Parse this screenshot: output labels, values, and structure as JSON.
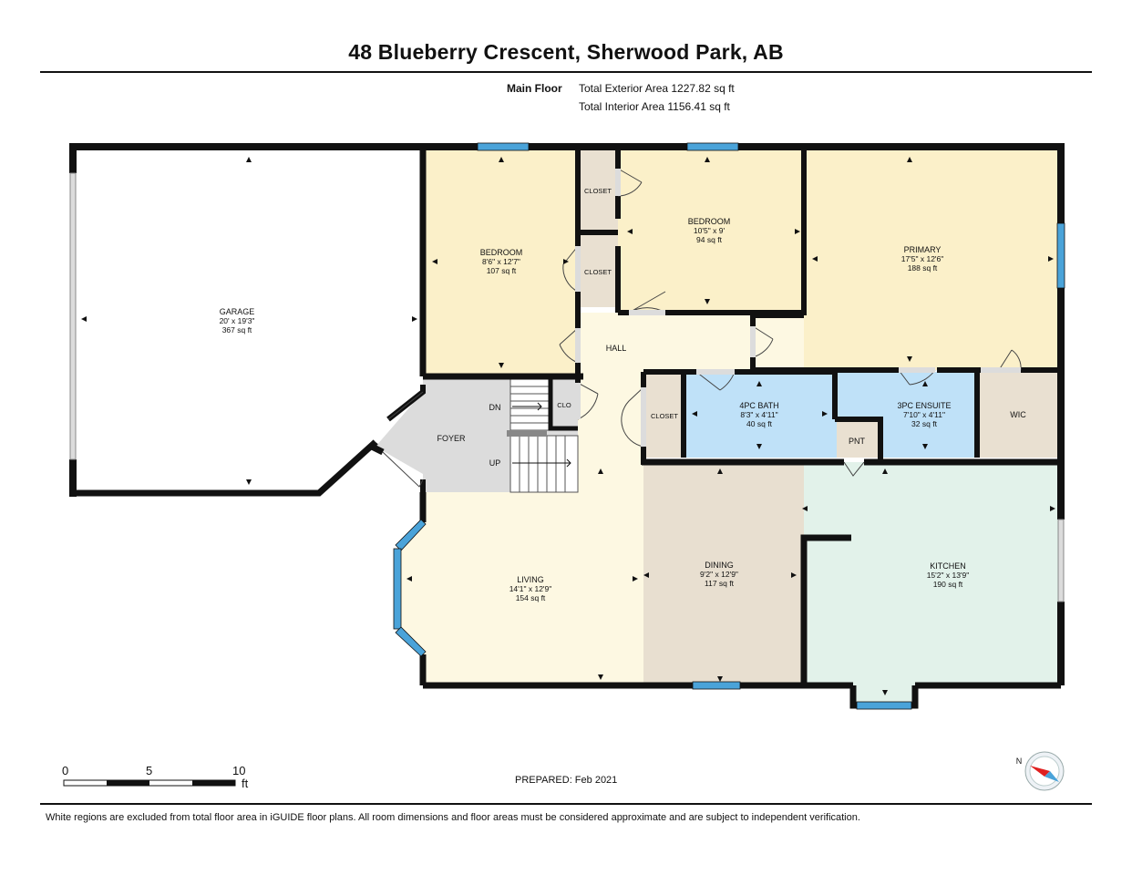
{
  "header": {
    "title": "48 Blueberry Crescent, Sherwood Park, AB",
    "floor_label": "Main Floor",
    "exterior_area": "Total Exterior Area 1227.82 sq ft",
    "interior_area": "Total Interior Area 1156.41 sq ft"
  },
  "rooms": {
    "garage": {
      "name": "GARAGE",
      "dims": "20' x 19'3\"",
      "area": "367 sq ft"
    },
    "bedroom1": {
      "name": "BEDROOM",
      "dims": "8'6\" x 12'7\"",
      "area": "107 sq ft"
    },
    "bedroom2": {
      "name": "BEDROOM",
      "dims": "10'5\" x 9'",
      "area": "94 sq ft"
    },
    "primary": {
      "name": "PRIMARY",
      "dims": "17'5\" x 12'6\"",
      "area": "188 sq ft"
    },
    "bath4": {
      "name": "4PC BATH",
      "dims": "8'3\" x 4'11\"",
      "area": "40 sq ft"
    },
    "ensuite3": {
      "name": "3PC ENSUITE",
      "dims": "7'10\" x 4'11\"",
      "area": "32 sq ft"
    },
    "living": {
      "name": "LIVING",
      "dims": "14'1\" x 12'9\"",
      "area": "154 sq ft"
    },
    "dining": {
      "name": "DINING",
      "dims": "9'2\" x 12'9\"",
      "area": "117 sq ft"
    },
    "kitchen": {
      "name": "KITCHEN",
      "dims": "15'2\" x 13'9\"",
      "area": "190 sq ft"
    }
  },
  "labels": {
    "hall": "HALL",
    "foyer": "FOYER",
    "closet": "CLOSET",
    "clo": "CLO",
    "wic": "WIC",
    "pnt": "PNT",
    "dn": "DN",
    "up": "UP"
  },
  "scale": {
    "t0": "0",
    "t5": "5",
    "t10": "10",
    "unit": "ft"
  },
  "compass": {
    "north": "N"
  },
  "prepared": "PREPARED: Feb 2021",
  "footer": "White regions are excluded from total floor area in iGUIDE floor plans. All room dimensions and floor areas must be considered approximate and are subject to independent verification.",
  "colors": {
    "bedroom": "#fbf0c9",
    "hall": "#fdf8e2",
    "bath": "#bfe1f8",
    "closet": "#e9e0d1",
    "dining": "#e8dfd0",
    "kitchen": "#e2f2ea",
    "foyer": "#dcdcdc",
    "window": "#4aa3d9",
    "wall": "#111111"
  }
}
